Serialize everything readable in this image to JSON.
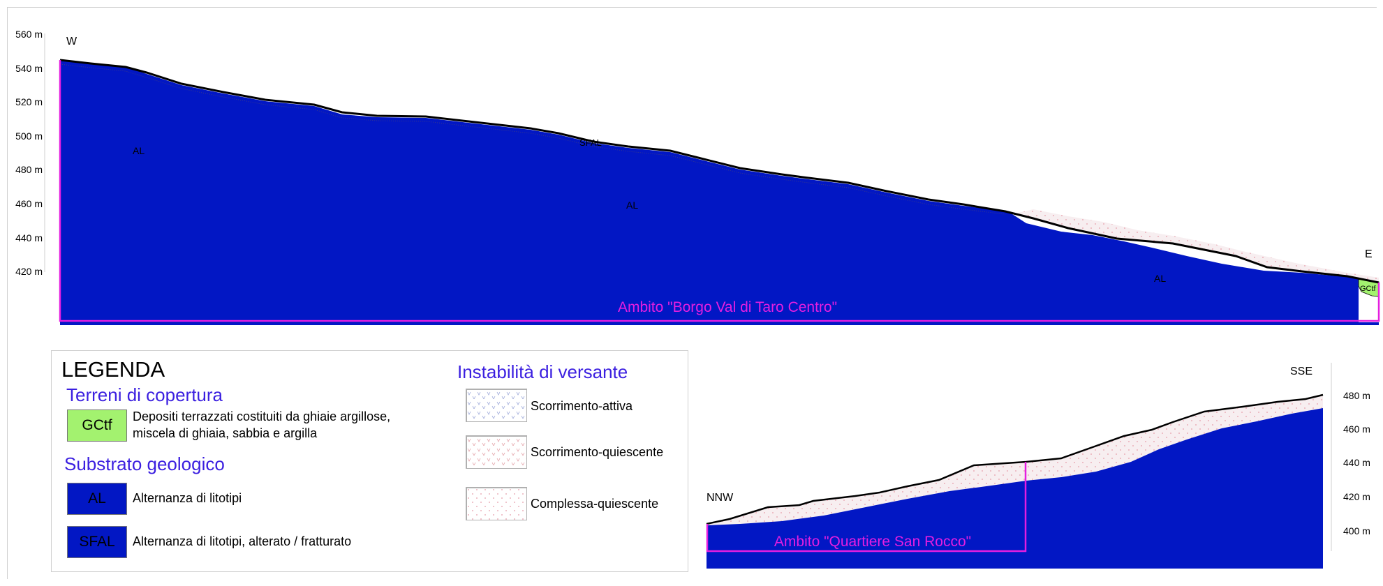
{
  "main_section": {
    "west_label": "W",
    "east_label": "E",
    "ambito_label": "Ambito \"Borgo Val di Taro Centro\"",
    "unit_labels": [
      "AL",
      "SFAL",
      "AL",
      "AL",
      "GCtf"
    ],
    "elevation_ticks": [
      "560 m",
      "540 m",
      "520 m",
      "500 m",
      "480 m",
      "460 m",
      "440 m",
      "420 m"
    ]
  },
  "second_section": {
    "start_label": "NNW",
    "end_label": "SSE",
    "ambito_label": "Ambito \"Quartiere San Rocco\"",
    "elevation_ticks": [
      "480 m",
      "460 m",
      "440 m",
      "420 m",
      "400 m"
    ]
  },
  "legend": {
    "title": "LEGENDA",
    "cover_heading": "Terreni di copertura",
    "gctf_code": "GCtf",
    "gctf_desc_line1": "Depositi terrazzati costituiti da ghiaie argillose,",
    "gctf_desc_line2": "miscela di ghiaia, sabbia e  argilla",
    "substrate_heading": "Substrato geologico",
    "al_code": "AL",
    "al_desc": "Alternanza di litotipi",
    "sfal_code": "SFAL",
    "sfal_desc": "Alternanza di litotipi, alterato / fratturato",
    "instability_heading": "Instabilità di versante",
    "inst_active": "Scorrimento-attiva",
    "inst_quiescent": "Scorrimento-quiescente",
    "inst_complex": "Complessa-quiescente"
  },
  "colors": {
    "bedrock": "#0217c4",
    "gctf": "#a3f26f",
    "ambito": "#e51ee0",
    "heading": "#3b1fe0"
  }
}
